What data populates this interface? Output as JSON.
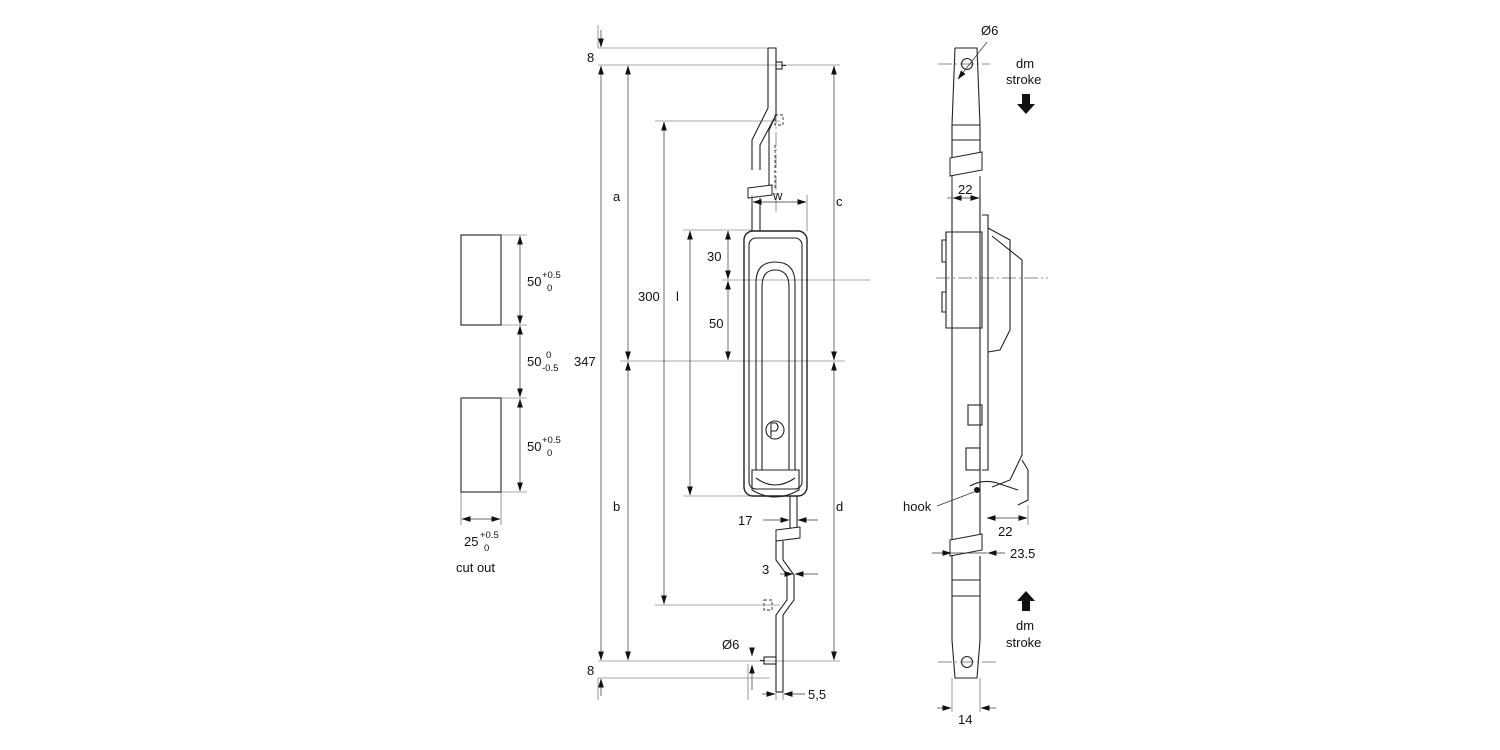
{
  "cutout": {
    "caption": "cut out",
    "window_height_top": {
      "base": "50",
      "upper": "+0.5",
      "lower": "0"
    },
    "gap": {
      "base": "50",
      "upper": "0",
      "lower": "-0.5"
    },
    "window_height_bottom": {
      "base": "50",
      "upper": "+0.5",
      "lower": "0"
    },
    "window_width": {
      "base": "25",
      "upper": "+0.5",
      "lower": "0"
    }
  },
  "front_view": {
    "dim_top_offset": "8",
    "dim_bottom_offset": "8",
    "dim_overall": "347",
    "dim_300": "300",
    "dim_a": "a",
    "dim_b": "b",
    "dim_c": "c",
    "dim_d": "d",
    "dim_l": "l",
    "dim_w": "w",
    "dim_30": "30",
    "dim_50": "50",
    "dim_17": "17",
    "dim_3": "3",
    "dim_hole": "Ø6",
    "dim_rod": "5,5"
  },
  "side_view": {
    "dim_hole": "Ø6",
    "stroke_top": [
      "dm",
      "stroke"
    ],
    "stroke_bottom": [
      "dm",
      "stroke"
    ],
    "dim_22_upper": "22",
    "dim_22_lower": "22",
    "dim_23_5": "23.5",
    "dim_14": "14",
    "hook_label": "hook"
  }
}
